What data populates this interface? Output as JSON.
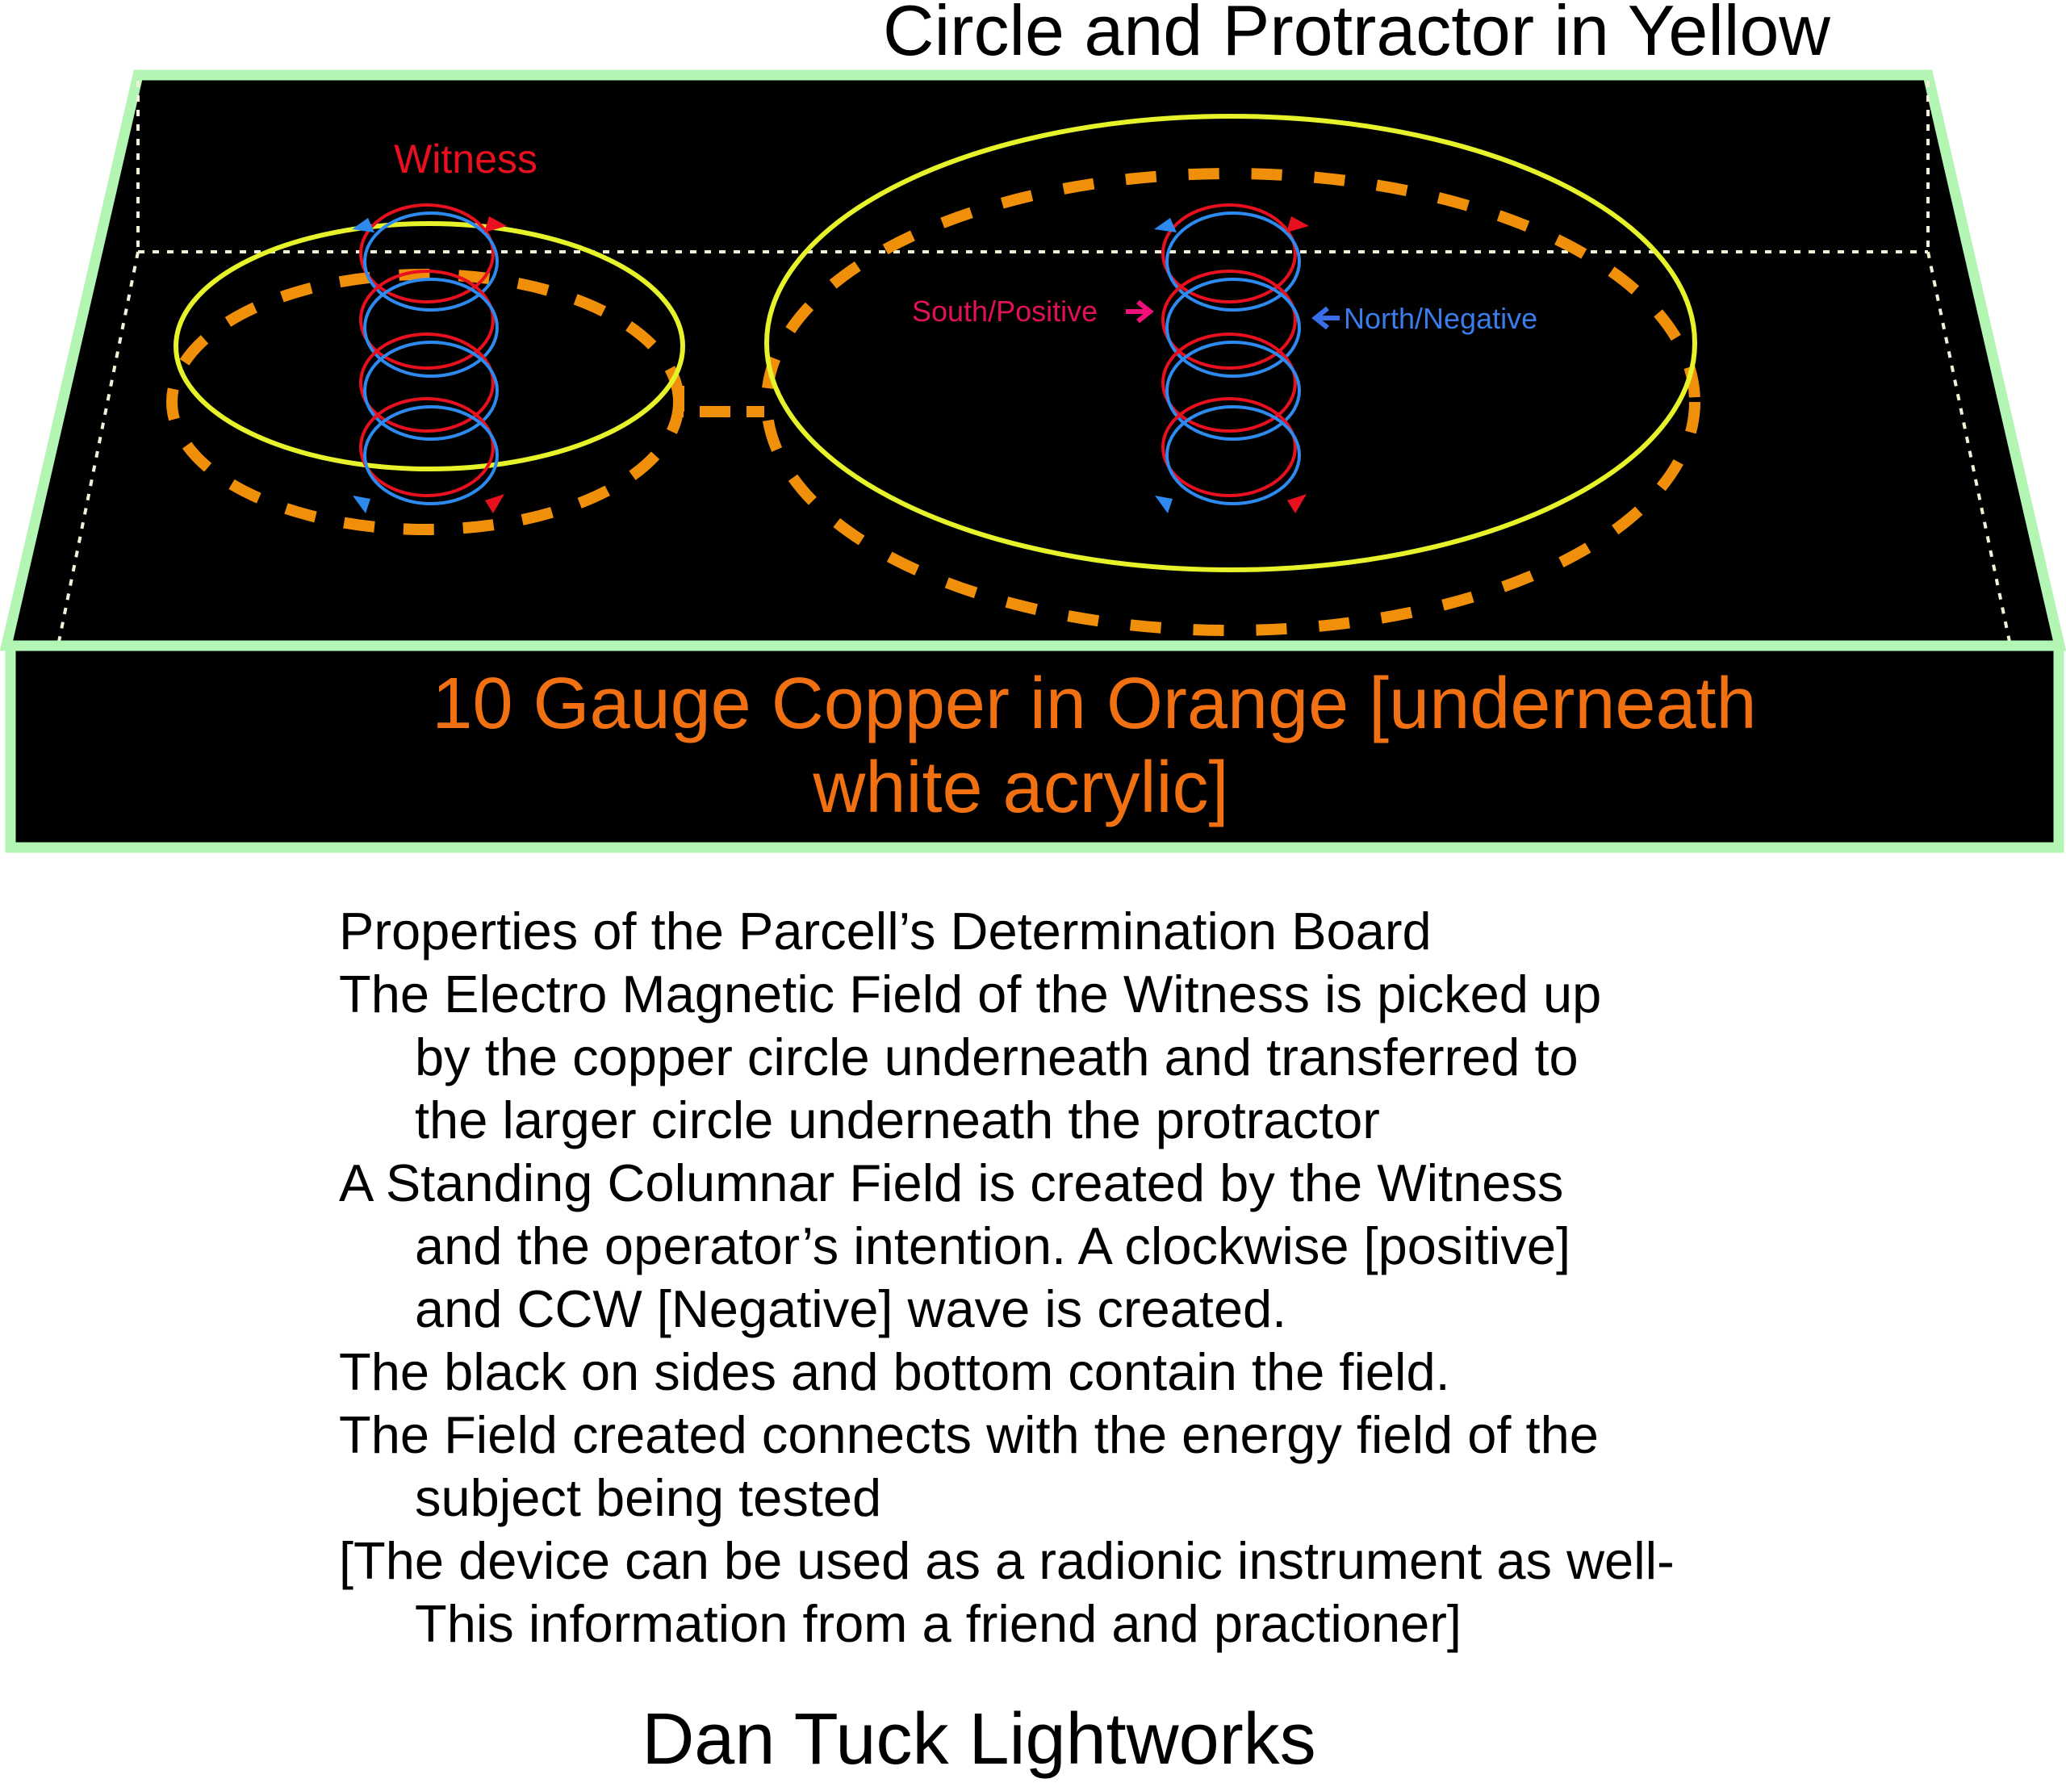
{
  "title": "Circle and Protractor in Yellow",
  "labels": {
    "witness": "Witness",
    "south": "South/Positive",
    "north": "North/Negative"
  },
  "copper_label": [
    "10 Gauge Copper in Orange [underneath",
    "white acrylic]"
  ],
  "properties": [
    {
      "text": "Properties of the Parcell’s Determination Board",
      "indent": false
    },
    {
      "text": "The Electro Magnetic Field of the Witness is picked up",
      "indent": false
    },
    {
      "text": "by the copper circle underneath and transferred to",
      "indent": true
    },
    {
      "text": "the larger circle underneath the protractor",
      "indent": true
    },
    {
      "text": "A Standing Columnar Field is created by the Witness",
      "indent": false
    },
    {
      "text": "and the operator’s intention. A clockwise [positive]",
      "indent": true
    },
    {
      "text": "and CCW [Negative] wave is created.",
      "indent": true
    },
    {
      "text": "The black on sides and bottom contain the field.",
      "indent": false
    },
    {
      "text": "The Field created connects with the energy field of the",
      "indent": false
    },
    {
      "text": "subject being tested",
      "indent": true
    },
    {
      "text": "[The device can be used as a radionic instrument as well-",
      "indent": false
    },
    {
      "text": "This information from a friend and practioner]",
      "indent": true
    }
  ],
  "footer": "Dan Tuck Lightworks",
  "colors": {
    "board": "#000000",
    "border": "#b3f5b3",
    "yellow": "#e6f22a",
    "orange": "#f0900a",
    "red": "#e8101e",
    "blue": "#2f8af0",
    "label_red": "#e0105a",
    "label_blue": "#3a7dea",
    "copper_text": "#f07012"
  }
}
